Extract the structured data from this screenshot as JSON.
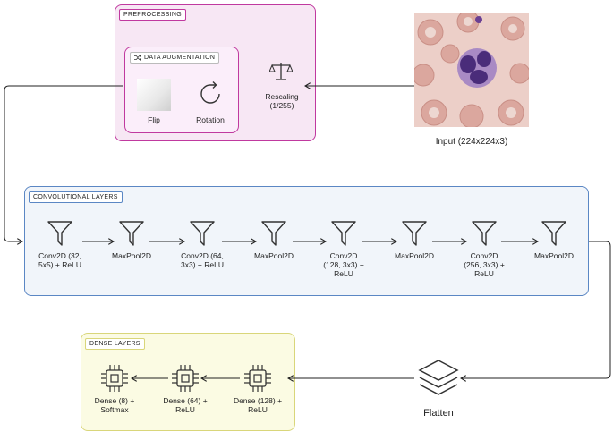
{
  "preprocessing": {
    "title": "PREPROCESSING",
    "augmentation": {
      "title": "DATA AUGMENTATION",
      "flip_label": "Flip",
      "rotation_label": "Rotation"
    },
    "rescaling_label": "Rescaling\n(1/255)"
  },
  "input": {
    "label": "Input (224x224x3)"
  },
  "conv": {
    "title": "CONVOLUTIONAL LAYERS",
    "layers": [
      "Conv2D (32,\n5x5) + ReLU",
      "MaxPool2D",
      "Conv2D (64,\n3x3) + ReLU",
      "MaxPool2D",
      "Conv2D\n(128, 3x3) +\nReLU",
      "MaxPool2D",
      "Conv2D\n(256, 3x3) +\nReLU",
      "MaxPool2D"
    ]
  },
  "flatten": {
    "label": "Flatten"
  },
  "dense": {
    "title": "DENSE LAYERS",
    "layers": [
      "Dense (8) +\nSoftmax",
      "Dense (64) +\nReLU",
      "Dense (128) +\nReLU"
    ]
  },
  "colors": {
    "preprocessing_border": "#c0399f",
    "preprocessing_fill": "#f7e7f4",
    "augmentation_fill": "#fbeefa",
    "conv_border": "#5b87c4",
    "conv_fill": "#f1f5fa",
    "dense_border": "#d9d67a",
    "dense_fill": "#fbfbe3"
  },
  "icons": {
    "rescaling": "scale-icon",
    "flip": "flip-gradient-icon",
    "rotation": "rotate-icon",
    "conv_layer": "funnel-icon",
    "flatten": "layers-icon",
    "dense_layer": "chip-icon",
    "augmentation": "shuffle-icon"
  }
}
